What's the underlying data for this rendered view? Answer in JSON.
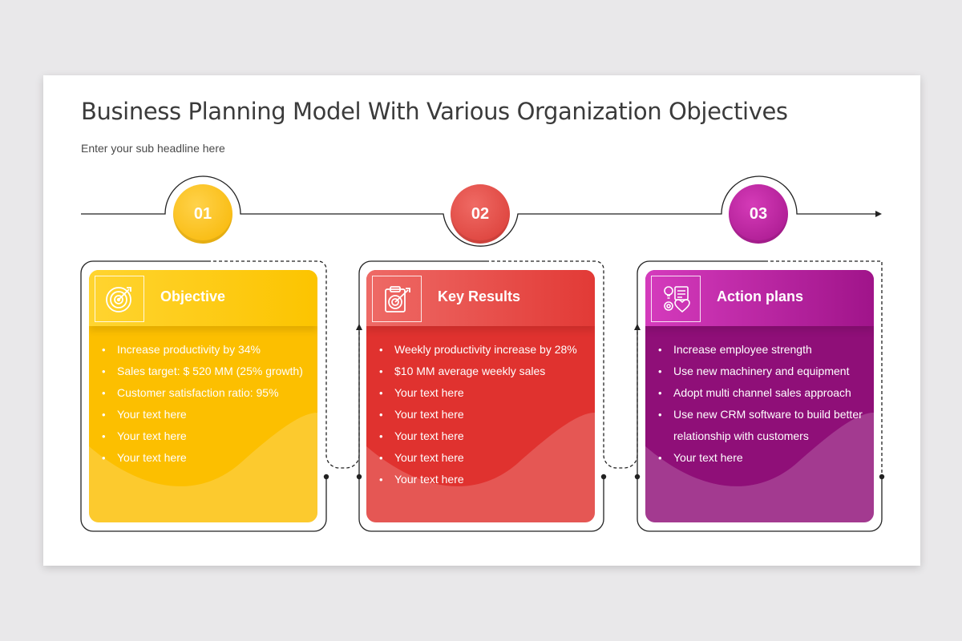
{
  "slide": {
    "title": "Business Planning Model With Various Organization Objectives",
    "subtitle": "Enter your sub headline here"
  },
  "colors": {
    "yellow": "#fcbf00",
    "red": "#e0322f",
    "purple": "#8f0f78",
    "line": "#222222"
  },
  "steps": [
    {
      "number": "01",
      "heading": "Objective",
      "icon": "target-icon",
      "items": [
        "Increase productivity  by 34%",
        "Sales target: $ 520 MM (25% growth)",
        "Customer  satisfaction  ratio: 95%",
        "Your text here",
        "Your text here",
        "Your text here"
      ]
    },
    {
      "number": "02",
      "heading": "Key Results",
      "icon": "clipboard-target-icon",
      "items": [
        "Weekly productivity  increase by 28%",
        "$10 MM average weekly sales",
        "Your text here",
        "Your text here",
        "Your text here",
        "Your text here",
        "Your text here"
      ]
    },
    {
      "number": "03",
      "heading": "Action plans",
      "icon": "action-plan-icon",
      "items": [
        "Increase employee strength",
        "Use new machinery and equipment",
        "Adopt multi channel sales approach",
        "Use new CRM software to build better relationship  with customers",
        "Your text here"
      ]
    }
  ]
}
